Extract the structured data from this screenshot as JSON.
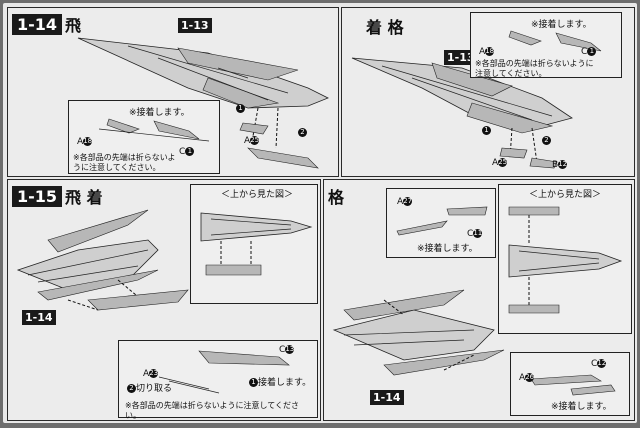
{
  "panels": {
    "p1": {
      "step": "1-14",
      "mode": "飛",
      "ref": "1-13",
      "callout": {
        "glue": "※接着します。",
        "part_a": "A",
        "part_a_num": "18",
        "part_c": "C",
        "part_c_num": "1",
        "warn": "※各部品の先端は折らないように注意してください。"
      },
      "markers": {
        "m1": "1",
        "m2": "2",
        "part": "A",
        "part_num": "25"
      }
    },
    "p2": {
      "step": "",
      "mode": "着 格",
      "ref": "1-13",
      "callout": {
        "glue": "※接着します。",
        "part_a": "A",
        "part_a_num": "18",
        "part_c": "C",
        "part_c_num": "1",
        "warn": "※各部品の先端は折らないように注意してください。"
      },
      "markers": {
        "m1": "1",
        "m2": "2",
        "part": "A",
        "part_num": "25",
        "part_b": "B",
        "part_b_num": "12"
      }
    },
    "p3": {
      "step": "1-15",
      "mode": "飛 着",
      "ref": "1-14",
      "topview": "＜上から見た図＞",
      "callout": {
        "part_c": "C",
        "part_c_num": "13",
        "part_a": "A",
        "part_a_num": "23",
        "cut": "切り取る",
        "glue": "接着します。",
        "warn": "※各部品の先端は折らないように注意してください。",
        "m1": "1",
        "m2": "2"
      }
    },
    "p4": {
      "mode": "格",
      "ref": "1-14",
      "topview": "＜上から見た図＞",
      "callout1": {
        "part_a": "A",
        "part_a_num": "27",
        "part_c": "C",
        "part_c_num": "11",
        "glue": "※接着します。"
      },
      "callout2": {
        "part_a": "A",
        "part_a_num": "26",
        "part_c": "C",
        "part_c_num": "12",
        "glue": "※接着します。"
      }
    }
  }
}
